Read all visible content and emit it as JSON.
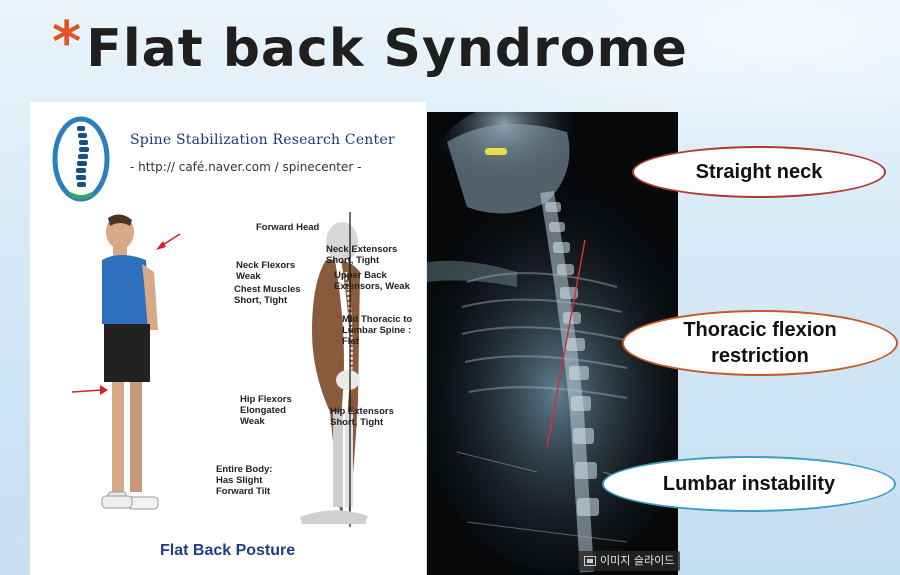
{
  "slide": {
    "title": "Flat back Syndrome",
    "bullet_glyph": "*"
  },
  "left_panel": {
    "org_name": "Spine Stabilization Research Center",
    "org_url": "- http:// café.naver.com / spinecenter -",
    "annotations": {
      "forward_head": "Forward Head",
      "neck_flexors": "Neck Flexors Weak",
      "chest_muscles": "Chest Muscles Short, Tight",
      "neck_extensors": "Neck Extensors Short, Tight",
      "upper_back": "Upper Back Extensors, Weak",
      "mid_thoracic": "Mid Thoracic to Lumbar Spine : Flat",
      "hip_flexors": "Hip Flexors Elongated Weak",
      "hip_extensors": "Hip Extensors Short, Tight",
      "entire_body": "Entire Body: Has Slight Forward Tilt"
    },
    "caption": "Flat Back Posture"
  },
  "xray": {
    "slideshow_label": "이미지 슬라이드"
  },
  "callouts": {
    "neck": "Straight neck",
    "thoracic": "Thoracic flexion restriction",
    "lumbar": "Lumbar instability"
  },
  "colors": {
    "title_star": "#e2532a",
    "caption": "#1c3f86",
    "callout_neck_border": "#b03a2e",
    "callout_thoracic_border": "#c65a2a",
    "callout_lumbar_border": "#3a9fc5"
  }
}
